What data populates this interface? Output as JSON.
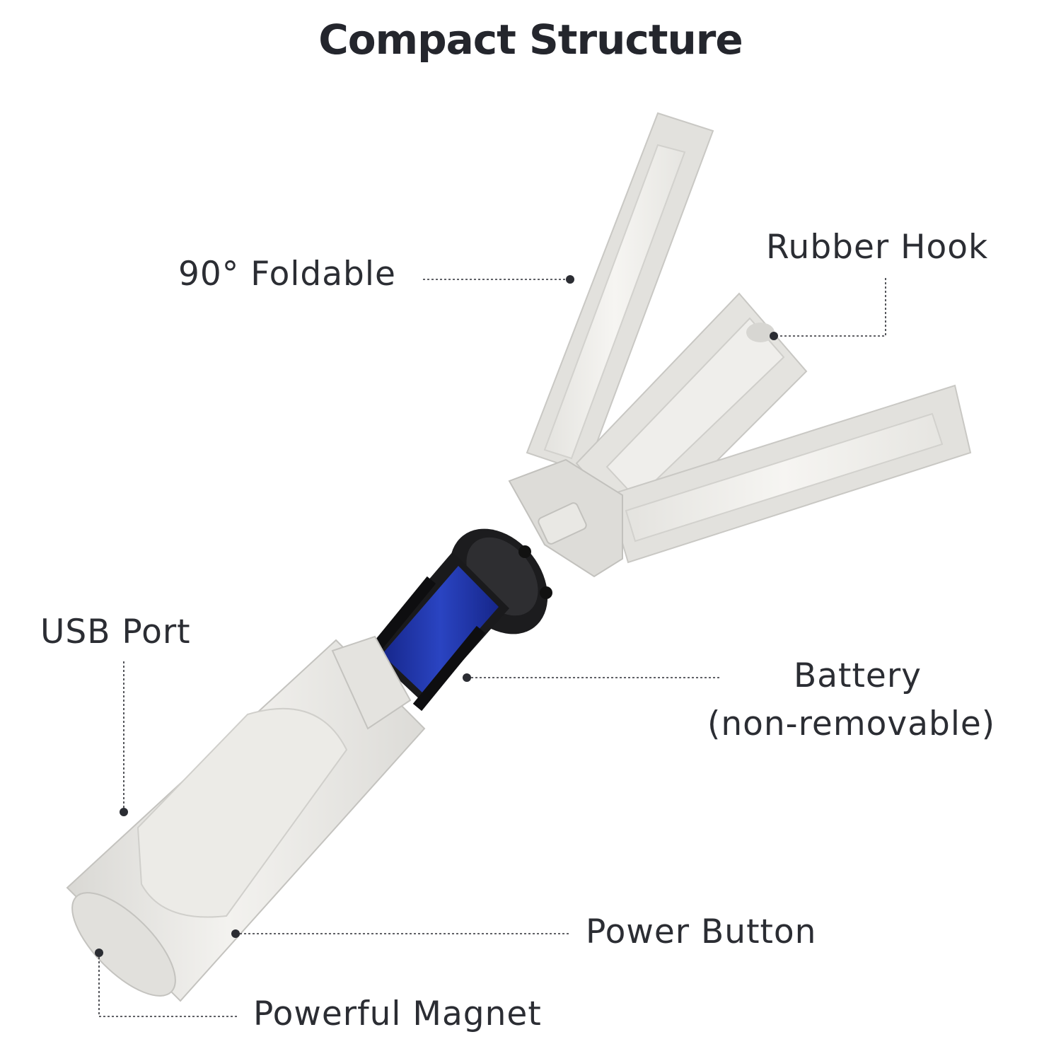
{
  "title": "Compact Structure",
  "labels": {
    "foldable": "90° Foldable",
    "rubber_hook": "Rubber Hook",
    "usb_port": "USB Port",
    "battery_line1": "Battery",
    "battery_line2": "(non-removable)",
    "power_button": "Power Button",
    "magnet": "Powerful Magnet"
  },
  "colors": {
    "text": "#2b2d33",
    "body": "#e9e8e4",
    "battery": "#1f35a8",
    "cap": "#1c1c1e"
  }
}
